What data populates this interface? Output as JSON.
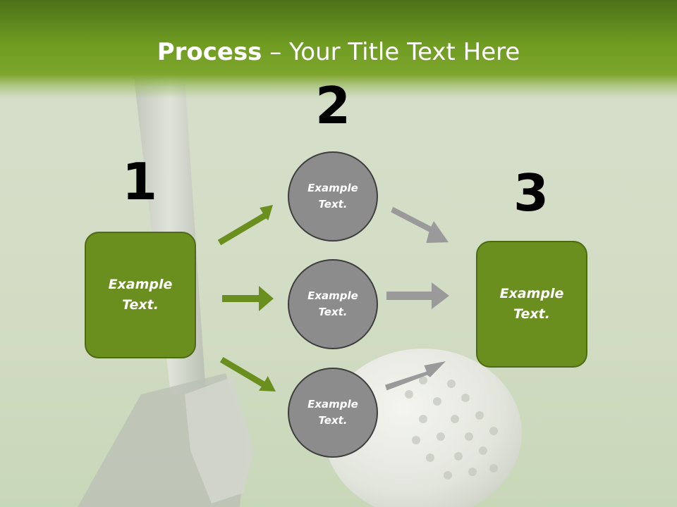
{
  "header": {
    "title_bold": "Process",
    "title_rest": " – Your Title Text Here"
  },
  "steps": [
    {
      "number": "1",
      "label": "Example\nText."
    },
    {
      "number": "2"
    },
    {
      "number": "3",
      "label": "Example\nText."
    }
  ],
  "circles": [
    {
      "label": "Example\nText."
    },
    {
      "label": "Example\nText."
    },
    {
      "label": "Example\nText."
    }
  ],
  "colors": {
    "green_box": "#6a8f1e",
    "green_arrow": "#6a8f1e",
    "gray_circle": "#8c8c8c",
    "gray_arrow": "#9a9a9a",
    "header_green": "#6f9c22"
  }
}
